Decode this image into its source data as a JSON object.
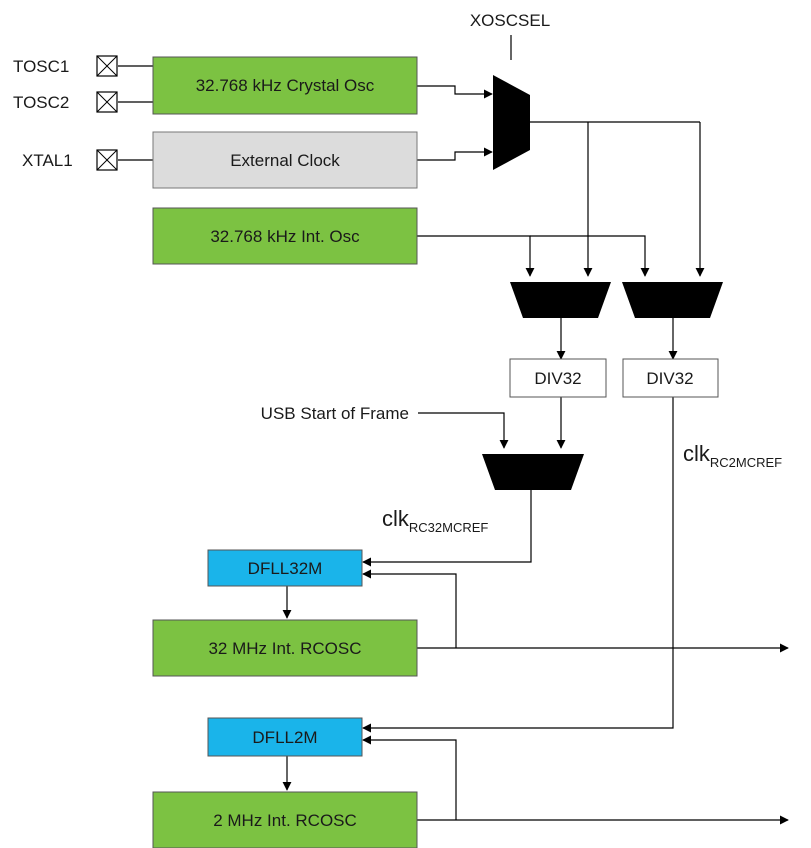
{
  "pins": {
    "tosc1": "TOSC1",
    "tosc2": "TOSC2",
    "xtal1": "XTAL1"
  },
  "mux_select": "XOSCSEL",
  "blocks": {
    "crystal_osc": "32.768 kHz Crystal Osc",
    "external_clock": "External Clock",
    "int_osc_32k": "32.768 kHz Int. Osc",
    "div32_a": "DIV32",
    "div32_b": "DIV32",
    "dfll32m": "DFLL32M",
    "rcosc_32m": "32 MHz Int. RCOSC",
    "dfll2m": "DFLL2M",
    "rcosc_2m": "2 MHz Int. RCOSC"
  },
  "signals": {
    "usb_sof": "USB Start of Frame",
    "clk_rc32_main": "clk",
    "clk_rc32_sub": "RC32MCREF",
    "clk_rc2_main": "clk",
    "clk_rc2_sub": "RC2MCREF"
  },
  "colors": {
    "green": "#7cc242",
    "gray": "#dcdcdc",
    "blue": "#1ab4ea",
    "white": "#ffffff",
    "black": "#000000"
  }
}
